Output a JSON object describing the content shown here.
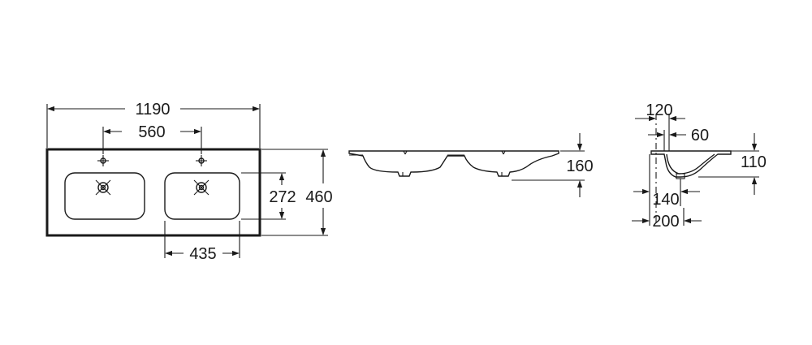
{
  "dimensions": {
    "top_view": {
      "total_width": "1190",
      "tap_hole_spacing": "560",
      "total_depth": "460",
      "bowl_depth": "272",
      "bowl_width": "435"
    },
    "front_view": {
      "height": "160"
    },
    "side_view": {
      "offset_120": "120",
      "offset_60": "60",
      "height_110": "110",
      "offset_140": "140",
      "offset_200": "200"
    }
  }
}
